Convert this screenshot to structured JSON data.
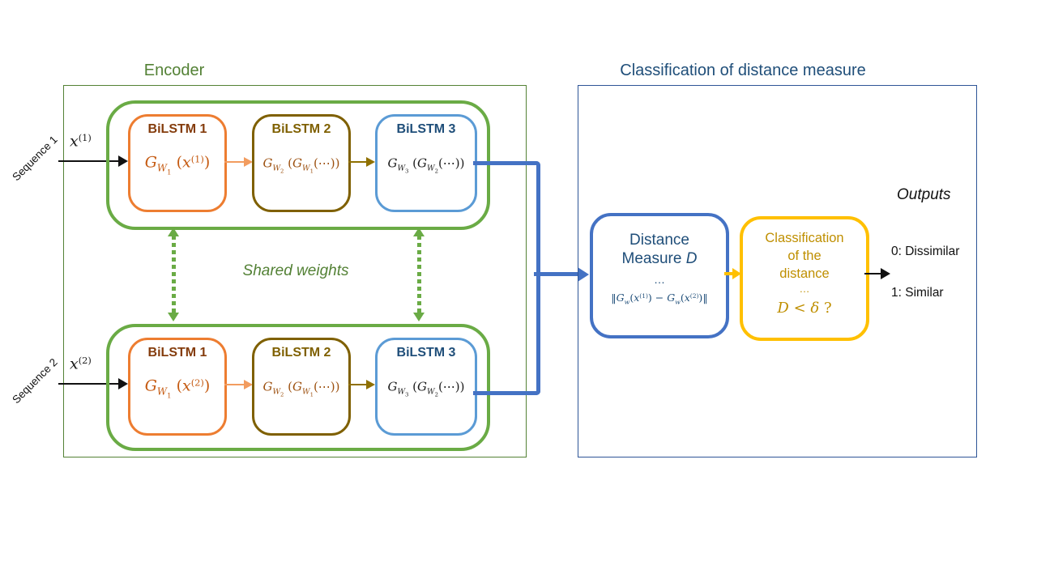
{
  "palette": {
    "green_border": "#6AAB45",
    "green_dark": "#538135",
    "encoder_rect": "#548235",
    "orange_border": "#ED7D31",
    "orange_title": "#843C0C",
    "orange_formula": "#C55A11",
    "orange_arrow": "#F29C5F",
    "olive_border": "#7F6000",
    "olive_arrow": "#8F7000",
    "light_blue_border": "#5B9BD5",
    "navy_text": "#1F4E79",
    "classifier_rect": "#2E5597",
    "connector_blue": "#4472C4",
    "gold_border": "#FFC000",
    "gold_text": "#BF8F00",
    "black": "#111111"
  },
  "encoder": {
    "title": "Encoder",
    "shared_weights": "Shared weights",
    "branch1": {
      "sequence_label": "Sequence 1",
      "input_label": [
        {
          "t": "x",
          "c": "i"
        },
        {
          "t": "(1)",
          "c": "sp"
        }
      ],
      "blocks": [
        {
          "title": "BiLSTM 1",
          "formula": [
            {
              "t": "G",
              "c": "i"
            },
            {
              "t": "W",
              "c": "sb"
            },
            {
              "t": "1",
              "c": "sb2"
            },
            {
              "t": " (",
              "c": "n"
            },
            {
              "t": "x",
              "c": "i"
            },
            {
              "t": "(1)",
              "c": "sp"
            },
            {
              "t": ")",
              "c": "n"
            }
          ]
        },
        {
          "title": "BiLSTM 2",
          "formula": [
            {
              "t": "G",
              "c": "i"
            },
            {
              "t": "W",
              "c": "sb"
            },
            {
              "t": "2",
              "c": "sb2"
            },
            {
              "t": " (",
              "c": "n"
            },
            {
              "t": "G",
              "c": "i"
            },
            {
              "t": "W",
              "c": "sb"
            },
            {
              "t": "1",
              "c": "sb2"
            },
            {
              "t": "(⋯)",
              "c": "n"
            },
            {
              "t": ")",
              "c": "n"
            }
          ]
        },
        {
          "title": "BiLSTM 3",
          "formula": [
            {
              "t": "G",
              "c": "i"
            },
            {
              "t": "W",
              "c": "sb"
            },
            {
              "t": "3",
              "c": "sb2"
            },
            {
              "t": " (",
              "c": "n"
            },
            {
              "t": "G",
              "c": "i"
            },
            {
              "t": "W",
              "c": "sb"
            },
            {
              "t": "2",
              "c": "sb2"
            },
            {
              "t": "(⋯)",
              "c": "n"
            },
            {
              "t": ")",
              "c": "n"
            }
          ]
        }
      ]
    },
    "branch2": {
      "sequence_label": "Sequence 2",
      "input_label": [
        {
          "t": "x",
          "c": "i"
        },
        {
          "t": "(2)",
          "c": "sp"
        }
      ],
      "blocks": [
        {
          "title": "BiLSTM 1",
          "formula": [
            {
              "t": "G",
              "c": "i"
            },
            {
              "t": "W",
              "c": "sb"
            },
            {
              "t": "1",
              "c": "sb2"
            },
            {
              "t": " (",
              "c": "n"
            },
            {
              "t": "x",
              "c": "i"
            },
            {
              "t": "(2)",
              "c": "sp"
            },
            {
              "t": ")",
              "c": "n"
            }
          ]
        },
        {
          "title": "BiLSTM 2",
          "formula": [
            {
              "t": "G",
              "c": "i"
            },
            {
              "t": "W",
              "c": "sb"
            },
            {
              "t": "2",
              "c": "sb2"
            },
            {
              "t": " (",
              "c": "n"
            },
            {
              "t": "G",
              "c": "i"
            },
            {
              "t": "W",
              "c": "sb"
            },
            {
              "t": "1",
              "c": "sb2"
            },
            {
              "t": "(⋯)",
              "c": "n"
            },
            {
              "t": ")",
              "c": "n"
            }
          ]
        },
        {
          "title": "BiLSTM 3",
          "formula": [
            {
              "t": "G",
              "c": "i"
            },
            {
              "t": "W",
              "c": "sb"
            },
            {
              "t": "3",
              "c": "sb2"
            },
            {
              "t": " (",
              "c": "n"
            },
            {
              "t": "G",
              "c": "i"
            },
            {
              "t": "W",
              "c": "sb"
            },
            {
              "t": "2",
              "c": "sb2"
            },
            {
              "t": "(⋯)",
              "c": "n"
            },
            {
              "t": ")",
              "c": "n"
            }
          ]
        }
      ]
    }
  },
  "classifier": {
    "title": "Classification of distance measure",
    "distance_box": {
      "line1": "Distance",
      "line2": [
        {
          "t": "Measure ",
          "c": "t"
        },
        {
          "t": "D",
          "c": "i"
        }
      ],
      "dots": "…",
      "formula": [
        {
          "t": "‖",
          "c": "n"
        },
        {
          "t": "G",
          "c": "i"
        },
        {
          "t": "w",
          "c": "sb"
        },
        {
          "t": "(",
          "c": "n"
        },
        {
          "t": "x",
          "c": "i"
        },
        {
          "t": "(1)",
          "c": "sp"
        },
        {
          "t": ")",
          "c": "n"
        },
        {
          "t": " − ",
          "c": "n"
        },
        {
          "t": "G",
          "c": "i"
        },
        {
          "t": "w",
          "c": "sb"
        },
        {
          "t": "(",
          "c": "n"
        },
        {
          "t": "x",
          "c": "i"
        },
        {
          "t": "(2)",
          "c": "sp"
        },
        {
          "t": ")",
          "c": "n"
        },
        {
          "t": "‖",
          "c": "n"
        }
      ]
    },
    "decision_box": {
      "line1": "Classification",
      "line2": "of the",
      "line3": "distance",
      "dots": "…",
      "condition": [
        {
          "t": "D",
          "c": "i"
        },
        {
          "t": " < ",
          "c": "n"
        },
        {
          "t": "δ",
          "c": "i"
        },
        {
          "t": " ?",
          "c": "n"
        }
      ]
    },
    "outputs": {
      "title": "Outputs",
      "items": [
        "0: Dissimilar",
        "1: Similar"
      ]
    }
  }
}
